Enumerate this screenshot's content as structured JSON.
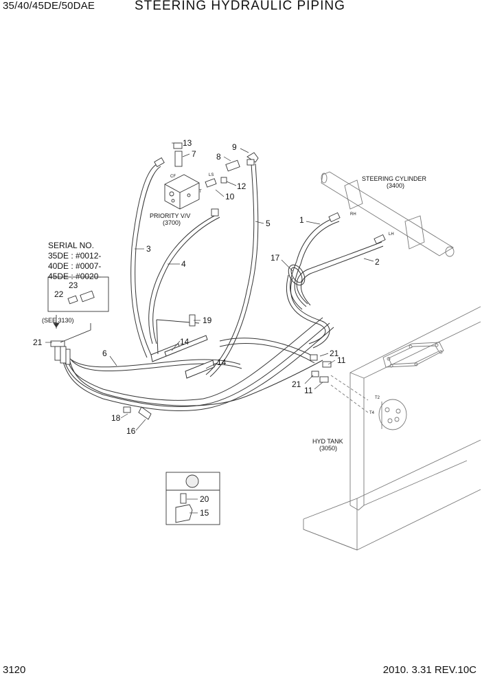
{
  "header": {
    "model": "35/40/45DE/50DAE",
    "title": "STEERING HYDRAULIC PIPING"
  },
  "footer": {
    "page": "3120",
    "date_rev": "2010. 3.31  REV.10C"
  },
  "labels": {
    "steering_cylinder": "STEERING CYLINDER",
    "steering_cylinder_ref": "(3400)",
    "priority_vv": "PRIORITY V/V",
    "priority_vv_ref": "(3700)",
    "hyd_tank": "HYD TANK",
    "hyd_tank_ref": "(3050)",
    "see_ref": "(SEE 3130)",
    "port_cf": "CF",
    "port_ls": "LS",
    "port_t": "T",
    "port_rh": "RH",
    "port_lh": "LH",
    "port_t2": "T2",
    "port_t4": "T4"
  },
  "serial": {
    "title": "SERIAL NO.",
    "lines": [
      "35DE : #0012-",
      "40DE : #0007-",
      "45DE : #0020-"
    ]
  },
  "callouts": {
    "c13": "13",
    "c7": "7",
    "c8": "8",
    "c9": "9",
    "c12": "12",
    "c10": "10",
    "c5": "5",
    "c3": "3",
    "c4": "4",
    "c1": "1",
    "c17": "17",
    "c2": "2",
    "c23": "23",
    "c22": "22",
    "c19": "19",
    "c21a": "21",
    "c14a": "14",
    "c6": "6",
    "c14b": "14",
    "c21b": "21",
    "c11a": "11",
    "c21c": "21",
    "c11b": "11",
    "c18": "18",
    "c16": "16",
    "c20": "20",
    "c15": "15"
  }
}
